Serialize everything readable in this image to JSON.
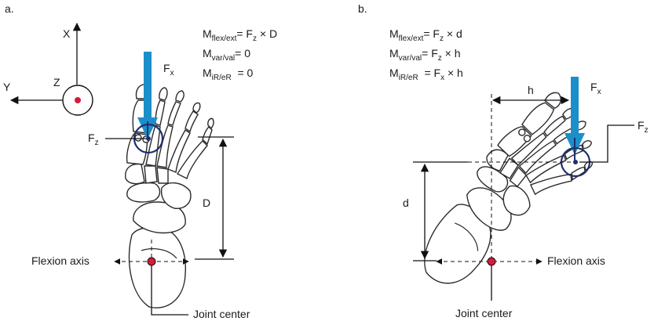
{
  "panel_a": {
    "label": "a.",
    "axes": {
      "x": "X",
      "y": "Y",
      "z": "Z"
    },
    "equations": [
      {
        "lhs": "M",
        "lhs_sub": "flex/ext",
        "rhs": "= F",
        "rhs_sub": "z",
        "tail": " × D"
      },
      {
        "lhs": "M",
        "lhs_sub": "var/val",
        "rhs": "= 0",
        "rhs_sub": "",
        "tail": ""
      },
      {
        "lhs": "M",
        "lhs_sub": "iR/eR",
        "rhs": "  = 0",
        "rhs_sub": "",
        "tail": ""
      }
    ],
    "force_x": {
      "main": "F",
      "sub": "x"
    },
    "force_z": {
      "main": "F",
      "sub": "z"
    },
    "distance": "D",
    "flexion_axis": "Flexion axis",
    "joint_center": "Joint center"
  },
  "panel_b": {
    "label": "b.",
    "equations": [
      {
        "lhs": "M",
        "lhs_sub": "flex/ext",
        "rhs": "= F",
        "rhs_sub": "z",
        "tail": " × d"
      },
      {
        "lhs": "M",
        "lhs_sub": "var/val",
        "rhs": "= F",
        "rhs_sub": "z",
        "tail": " × h"
      },
      {
        "lhs": "M",
        "lhs_sub": "iR/eR",
        "rhs": "  = F",
        "rhs_sub": "x",
        "tail": " × h"
      }
    ],
    "force_x": {
      "main": "F",
      "sub": "x"
    },
    "force_z": {
      "main": "F",
      "sub": "z"
    },
    "distance_d": "d",
    "distance_h": "h",
    "flexion_axis": "Flexion axis",
    "joint_center": "Joint center"
  },
  "colors": {
    "force_arrow": "#1b8fc9",
    "joint_dot": "#d81b3c",
    "circle": "#1f2f6e",
    "line": "#111111"
  }
}
